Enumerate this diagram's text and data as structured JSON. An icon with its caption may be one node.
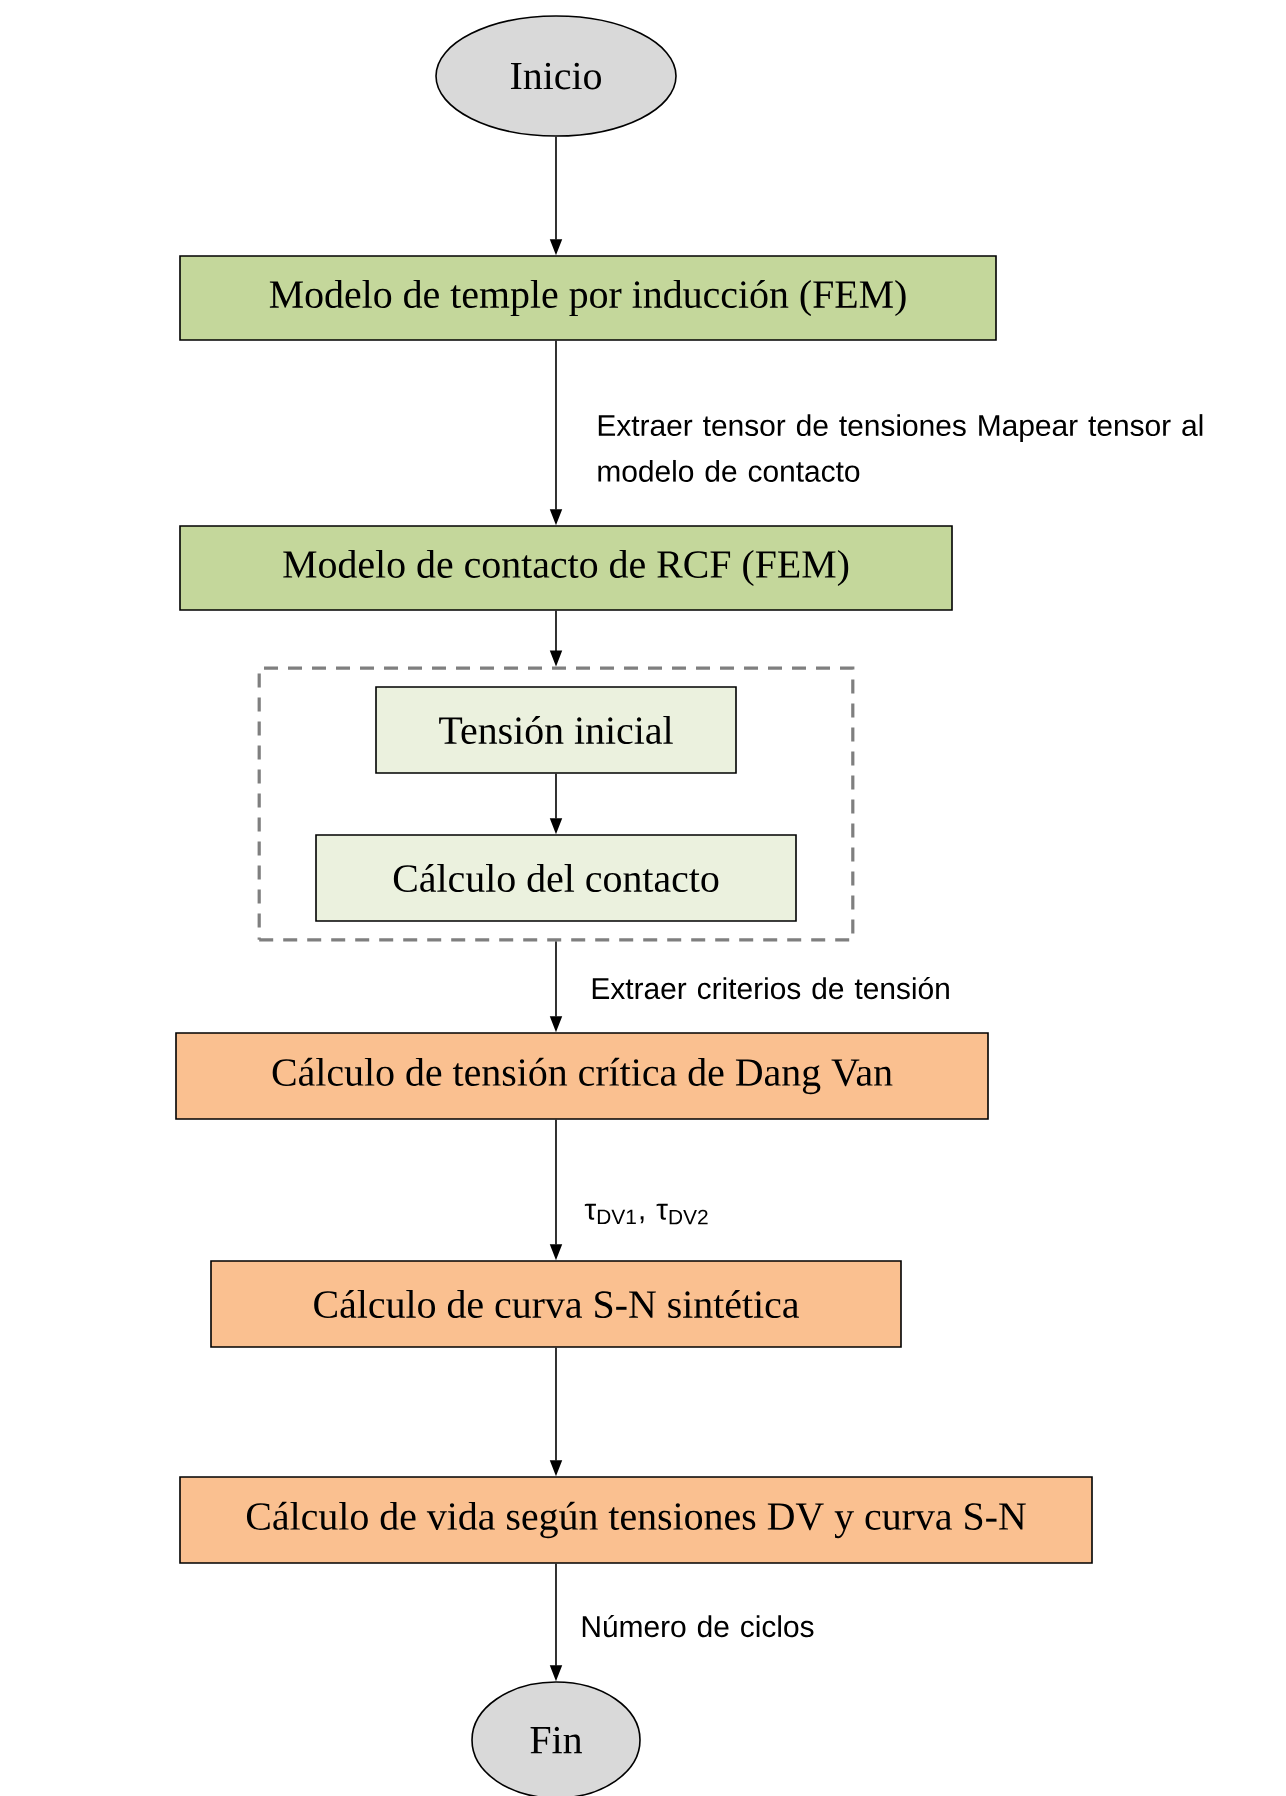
{
  "diagram": {
    "nodes": [
      {
        "text": [
          "Inicio"
        ]
      },
      {
        "text": [
          "Modelo de temple por inducción (FEM)"
        ]
      },
      {
        "text": [
          "Modelo de contacto de RCF (FEM)"
        ]
      },
      {
        "text": [],
        "shape": "box"
      },
      {
        "text": [
          "Tensión inicial"
        ],
        "in": 3
      },
      {
        "text": [
          "Cálculo del contacto"
        ],
        "in": 3
      },
      {
        "text": [
          "Cálculo de tensión crítica de Dang Van"
        ]
      },
      {
        "text": [
          "Cálculo de curva S-N sintética"
        ]
      },
      {
        "text": [
          "Cálculo de vida según tensiones DV y curva S-N"
        ]
      },
      {
        "text": [
          "Fin"
        ]
      }
    ],
    "edges": [
      {
        "from": 0,
        "to": 1,
        "arrow": "to"
      },
      {
        "from": 1,
        "to": 2,
        "arrow": "to",
        "label": "Extraer tensor de tensiones Mapear tensor al modelo de contacto"
      },
      {
        "from": 2,
        "to": 3,
        "arrow": "to"
      },
      {
        "from": 4,
        "to": 5,
        "arrow": "to"
      },
      {
        "from": 3,
        "to": 6,
        "arrow": "to",
        "label": "Extraer criterios de tensión"
      },
      {
        "from": 6,
        "to": 7,
        "arrow": "to",
        "label": "τ$_{DV1}$, τ$_{DV2}$"
      },
      {
        "from": 7,
        "to": 8,
        "arrow": "to"
      },
      {
        "from": 8,
        "to": 9,
        "arrow": "to",
        "label": "Número de ciclos"
      }
    ]
  }
}
